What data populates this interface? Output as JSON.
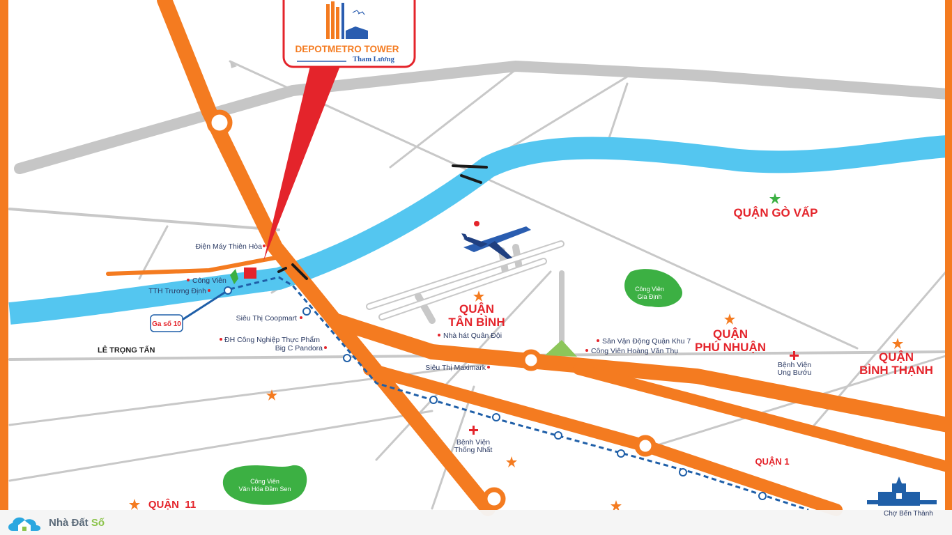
{
  "brand": {
    "name": "DEPOTMETRO TOWER",
    "subtitle": "Tham Lương"
  },
  "colors": {
    "highway": "#f47b20",
    "river": "#54c6f0",
    "road": "#c8c8c8",
    "metro": "#1f5fa8",
    "accent_red": "#e4242b",
    "park": "#3cb043"
  },
  "streets": {
    "le_trong_tan": "LÊ TRỌNG TẤN"
  },
  "districts": {
    "go_vap": "QUẬN GÒ VẤP",
    "tan_binh_1": "QUẬN",
    "tan_binh_2": "TÂN BÌNH",
    "phu_nhuan_1": "QUẬN",
    "phu_nhuan_2": "PHÚ NHUẬN",
    "binh_thanh_1": "QUẬN",
    "binh_thanh_2": "BÌNH THẠNH",
    "quan_1": "QUẬN 1",
    "quan_11": "QUẬN  11"
  },
  "pois": {
    "dien_may": "Điện Máy Thiên Hòa",
    "cong_vien": "Công Viên",
    "tth_truong_dinh": "TTH Trương Định",
    "ga_so_10": "Ga số 10",
    "sieu_thi_coopmart": "Siêu Thị Coopmart",
    "dh_cong_nghiep": "ĐH Công Nghiệp Thực Phẩm",
    "big_c": "Big C Pandora",
    "nha_hat": "Nhà hát Quân Đội",
    "sieu_thi_maximark": "Siêu Thị Maximark",
    "san_van_dong": "Sân Vận Động Quận Khu 7",
    "cv_hoang_van_thu": "Công Viên Hoàng Văn Thụ",
    "benh_vien_thong_nhat_1": "Bệnh Viện",
    "benh_vien_thong_nhat_2": "Thống Nhất",
    "benh_vien_ung_buou_1": "Bệnh Viện",
    "benh_vien_ung_buou_2": "Ung Bướu",
    "cho_ben_thanh": "Chợ Bến Thành"
  },
  "parks": {
    "gia_dinh_1": "Công Viên",
    "gia_dinh_2": "Gia Định",
    "dam_sen_1": "Công Viên",
    "dam_sen_2": "Văn Hóa Đầm Sen"
  },
  "footer": {
    "logo_main": "Nhà Đất ",
    "logo_accent": "Số",
    "logo_icon": "house-cloud-icon"
  }
}
